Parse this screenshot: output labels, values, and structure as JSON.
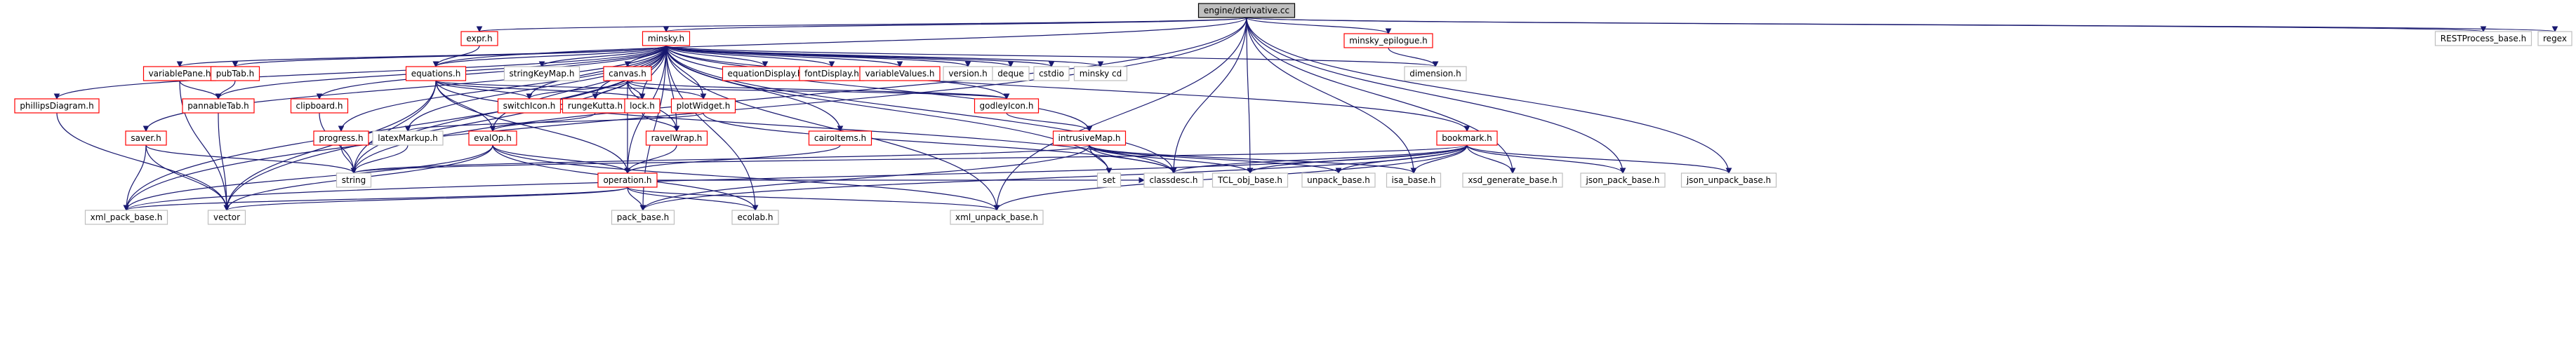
{
  "style": {
    "root_fill": "#bfbfbf",
    "root_stroke": "#000000",
    "linked_stroke": "#ff0000",
    "external_stroke": "#bfbfbf",
    "edge_color": "#191970"
  },
  "nodes": [
    {
      "id": "root",
      "label": "engine/derivative.cc",
      "kind": "root"
    },
    {
      "id": "expr",
      "label": "expr.h",
      "kind": "linked"
    },
    {
      "id": "minsky",
      "label": "minsky.h",
      "kind": "linked"
    },
    {
      "id": "epilogue",
      "label": "minsky_epilogue.h",
      "kind": "linked"
    },
    {
      "id": "restprocess",
      "label": "RESTProcess_base.h",
      "kind": "external"
    },
    {
      "id": "regex",
      "label": "regex",
      "kind": "external"
    },
    {
      "id": "variablepane",
      "label": "variablePane.h",
      "kind": "linked"
    },
    {
      "id": "pubtab",
      "label": "pubTab.h",
      "kind": "linked"
    },
    {
      "id": "equations",
      "label": "equations.h",
      "kind": "linked"
    },
    {
      "id": "stringkeymap",
      "label": "stringKeyMap.h",
      "kind": "external"
    },
    {
      "id": "canvas",
      "label": "canvas.h",
      "kind": "linked"
    },
    {
      "id": "equationdisplay",
      "label": "equationDisplay.h",
      "kind": "linked"
    },
    {
      "id": "fontdisplay",
      "label": "fontDisplay.h",
      "kind": "linked"
    },
    {
      "id": "variablevalues",
      "label": "variableValues.h",
      "kind": "linked"
    },
    {
      "id": "version",
      "label": "version.h",
      "kind": "external"
    },
    {
      "id": "deque",
      "label": "deque",
      "kind": "external"
    },
    {
      "id": "cstdio",
      "label": "cstdio",
      "kind": "external"
    },
    {
      "id": "minskycd",
      "label": "minsky cd",
      "kind": "external"
    },
    {
      "id": "dimension",
      "label": "dimension.h",
      "kind": "external"
    },
    {
      "id": "phillips",
      "label": "phillipsDiagram.h",
      "kind": "linked"
    },
    {
      "id": "pannabletab",
      "label": "pannableTab.h",
      "kind": "linked"
    },
    {
      "id": "clipboard",
      "label": "clipboard.h",
      "kind": "linked"
    },
    {
      "id": "switchicon",
      "label": "switchIcon.h",
      "kind": "linked"
    },
    {
      "id": "rungekutta",
      "label": "rungeKutta.h",
      "kind": "linked"
    },
    {
      "id": "lock",
      "label": "lock.h",
      "kind": "linked"
    },
    {
      "id": "plotwidget",
      "label": "plotWidget.h",
      "kind": "linked"
    },
    {
      "id": "godleyicon",
      "label": "godleyIcon.h",
      "kind": "linked"
    },
    {
      "id": "saver",
      "label": "saver.h",
      "kind": "linked"
    },
    {
      "id": "progress",
      "label": "progress.h",
      "kind": "linked"
    },
    {
      "id": "latexmarkup",
      "label": "latexMarkup.h",
      "kind": "external"
    },
    {
      "id": "evalop",
      "label": "evalOp.h",
      "kind": "linked"
    },
    {
      "id": "ravelwrap",
      "label": "ravelWrap.h",
      "kind": "linked"
    },
    {
      "id": "cairoitems",
      "label": "cairoItems.h",
      "kind": "linked"
    },
    {
      "id": "intrusivemap",
      "label": "intrusiveMap.h",
      "kind": "linked"
    },
    {
      "id": "bookmark",
      "label": "bookmark.h",
      "kind": "linked"
    },
    {
      "id": "string",
      "label": "string",
      "kind": "external"
    },
    {
      "id": "set",
      "label": "set",
      "kind": "external"
    },
    {
      "id": "classdesc",
      "label": "classdesc.h",
      "kind": "external"
    },
    {
      "id": "tclobj",
      "label": "TCL_obj_base.h",
      "kind": "external"
    },
    {
      "id": "unpackbase",
      "label": "unpack_base.h",
      "kind": "external"
    },
    {
      "id": "isabase",
      "label": "isa_base.h",
      "kind": "external"
    },
    {
      "id": "xsdgen",
      "label": "xsd_generate_base.h",
      "kind": "external"
    },
    {
      "id": "jsonpack",
      "label": "json_pack_base.h",
      "kind": "external"
    },
    {
      "id": "jsonunpack",
      "label": "json_unpack_base.h",
      "kind": "external"
    },
    {
      "id": "operation",
      "label": "operation.h",
      "kind": "linked"
    },
    {
      "id": "xmlpack",
      "label": "xml_pack_base.h",
      "kind": "external"
    },
    {
      "id": "vector",
      "label": "vector",
      "kind": "external"
    },
    {
      "id": "packbase",
      "label": "pack_base.h",
      "kind": "external"
    },
    {
      "id": "ecolab",
      "label": "ecolab.h",
      "kind": "external"
    },
    {
      "id": "xmlunpack",
      "label": "xml_unpack_base.h",
      "kind": "external"
    }
  ],
  "edges": [
    [
      "root",
      "expr"
    ],
    [
      "root",
      "minsky"
    ],
    [
      "root",
      "epilogue"
    ],
    [
      "root",
      "restprocess"
    ],
    [
      "root",
      "regex"
    ],
    [
      "root",
      "equations"
    ],
    [
      "root",
      "xmlpack"
    ],
    [
      "root",
      "xmlunpack"
    ],
    [
      "root",
      "jsonpack"
    ],
    [
      "root",
      "jsonunpack"
    ],
    [
      "root",
      "xsdgen"
    ],
    [
      "root",
      "tclobj"
    ],
    [
      "root",
      "classdesc"
    ],
    [
      "root",
      "isabase"
    ],
    [
      "root",
      "string"
    ],
    [
      "expr",
      "equations"
    ],
    [
      "epilogue",
      "dimension"
    ],
    [
      "minsky",
      "variablepane"
    ],
    [
      "minsky",
      "pubtab"
    ],
    [
      "minsky",
      "equations"
    ],
    [
      "minsky",
      "stringkeymap"
    ],
    [
      "minsky",
      "canvas"
    ],
    [
      "minsky",
      "equationdisplay"
    ],
    [
      "minsky",
      "fontdisplay"
    ],
    [
      "minsky",
      "variablevalues"
    ],
    [
      "minsky",
      "version"
    ],
    [
      "minsky",
      "deque"
    ],
    [
      "minsky",
      "cstdio"
    ],
    [
      "minsky",
      "minskycd"
    ],
    [
      "minsky",
      "dimension"
    ],
    [
      "minsky",
      "phillips"
    ],
    [
      "minsky",
      "pannabletab"
    ],
    [
      "minsky",
      "clipboard"
    ],
    [
      "minsky",
      "rungekutta"
    ],
    [
      "minsky",
      "lock"
    ],
    [
      "minsky",
      "plotwidget"
    ],
    [
      "minsky",
      "godleyicon"
    ],
    [
      "minsky",
      "saver"
    ],
    [
      "minsky",
      "progress"
    ],
    [
      "minsky",
      "latexmarkup"
    ],
    [
      "minsky",
      "evalop"
    ],
    [
      "minsky",
      "ravelwrap"
    ],
    [
      "minsky",
      "cairoitems"
    ],
    [
      "minsky",
      "intrusivemap"
    ],
    [
      "minsky",
      "bookmark"
    ],
    [
      "minsky",
      "operation"
    ],
    [
      "minsky",
      "set"
    ],
    [
      "minsky",
      "vector"
    ],
    [
      "minsky",
      "xmlpack"
    ],
    [
      "minsky",
      "string"
    ],
    [
      "minsky",
      "packbase"
    ],
    [
      "minsky",
      "ecolab"
    ],
    [
      "minsky",
      "xmlunpack"
    ],
    [
      "minsky",
      "classdesc"
    ],
    [
      "minsky",
      "switchicon"
    ],
    [
      "variablepane",
      "pannabletab"
    ],
    [
      "variablepane",
      "vector"
    ],
    [
      "pubtab",
      "pannabletab"
    ],
    [
      "pannabletab",
      "vector"
    ],
    [
      "phillips",
      "vector"
    ],
    [
      "equations",
      "godleyicon"
    ],
    [
      "equations",
      "evalop"
    ],
    [
      "equations",
      "switchicon"
    ],
    [
      "equations",
      "lock"
    ],
    [
      "equations",
      "operation"
    ],
    [
      "equations",
      "string"
    ],
    [
      "equations",
      "vector"
    ],
    [
      "equations",
      "classdesc"
    ],
    [
      "canvas",
      "switchicon"
    ],
    [
      "canvas",
      "rungekutta"
    ],
    [
      "canvas",
      "lock"
    ],
    [
      "canvas",
      "plotwidget"
    ],
    [
      "canvas",
      "ravelwrap"
    ],
    [
      "canvas",
      "godleyicon"
    ],
    [
      "canvas",
      "operation"
    ],
    [
      "rungekutta",
      "evalop"
    ],
    [
      "lock",
      "ravelwrap"
    ],
    [
      "plotwidget",
      "latexmarkup"
    ],
    [
      "plotwidget",
      "classdesc"
    ],
    [
      "godleyicon",
      "intrusivemap"
    ],
    [
      "clipboard",
      "string"
    ],
    [
      "progress",
      "string"
    ],
    [
      "latexmarkup",
      "string"
    ],
    [
      "saver",
      "string"
    ],
    [
      "saver",
      "xmlpack"
    ],
    [
      "saver",
      "vector"
    ],
    [
      "evalop",
      "operation"
    ],
    [
      "evalop",
      "ecolab"
    ],
    [
      "evalop",
      "xmlpack"
    ],
    [
      "evalop",
      "vector"
    ],
    [
      "evalop",
      "xmlunpack"
    ],
    [
      "ravelwrap",
      "operation"
    ],
    [
      "cairoitems",
      "operation"
    ],
    [
      "intrusivemap",
      "set"
    ],
    [
      "intrusivemap",
      "classdesc"
    ],
    [
      "intrusivemap",
      "tclobj"
    ],
    [
      "intrusivemap",
      "unpackbase"
    ],
    [
      "intrusivemap",
      "isabase"
    ],
    [
      "intrusivemap",
      "packbase"
    ],
    [
      "intrusivemap",
      "string"
    ],
    [
      "bookmark",
      "string"
    ],
    [
      "bookmark",
      "classdesc"
    ],
    [
      "bookmark",
      "tclobj"
    ],
    [
      "bookmark",
      "unpackbase"
    ],
    [
      "bookmark",
      "isabase"
    ],
    [
      "bookmark",
      "xsdgen"
    ],
    [
      "bookmark",
      "jsonpack"
    ],
    [
      "bookmark",
      "jsonunpack"
    ],
    [
      "bookmark",
      "xmlpack"
    ],
    [
      "bookmark",
      "packbase"
    ],
    [
      "bookmark",
      "xmlunpack"
    ],
    [
      "operation",
      "xmlpack"
    ],
    [
      "operation",
      "vector"
    ],
    [
      "operation",
      "packbase"
    ],
    [
      "operation",
      "ecolab"
    ],
    [
      "operation",
      "xmlunpack"
    ],
    [
      "operation",
      "classdesc"
    ]
  ]
}
